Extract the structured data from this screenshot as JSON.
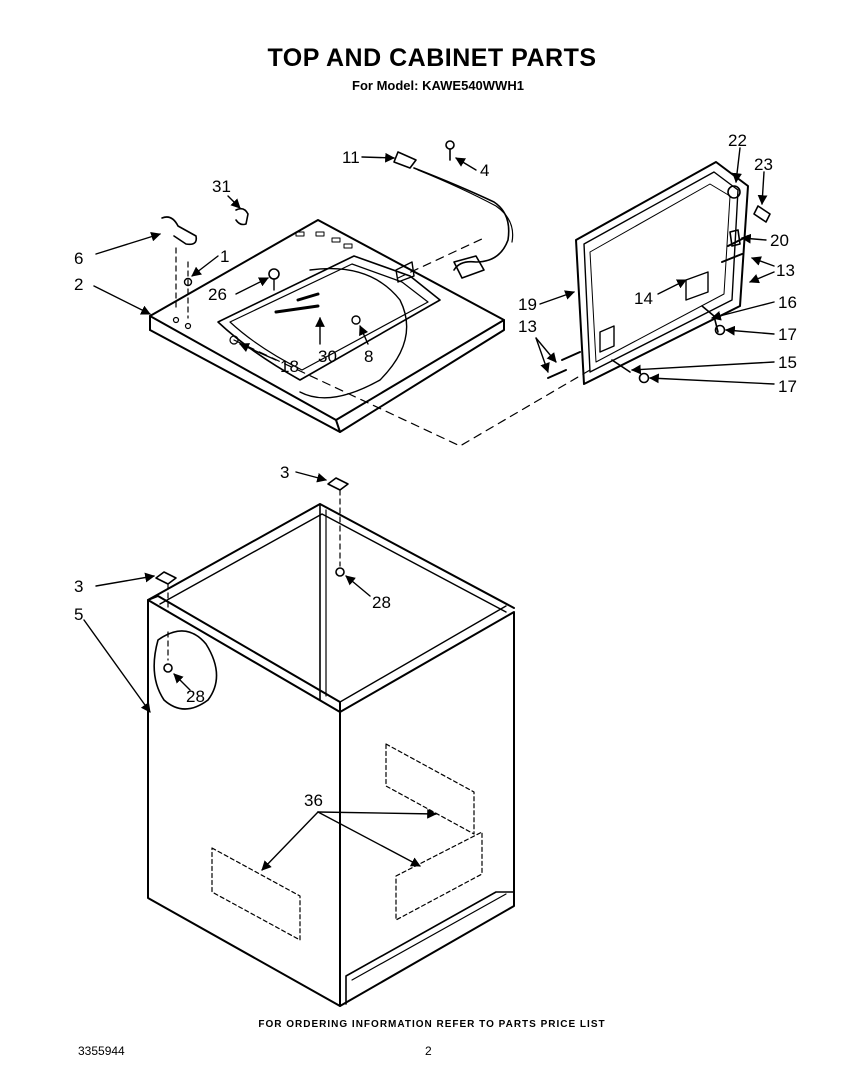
{
  "header": {
    "title": "TOP AND CABINET PARTS",
    "subtitle": "For Model: KAWE540WWH1"
  },
  "footer": {
    "note": "FOR ORDERING INFORMATION REFER TO PARTS PRICE LIST",
    "doc_number": "3355944",
    "page_number": "2"
  },
  "callouts": [
    {
      "id": "c11",
      "label": "11"
    },
    {
      "id": "c4",
      "label": "4"
    },
    {
      "id": "c31",
      "label": "31"
    },
    {
      "id": "c6",
      "label": "6"
    },
    {
      "id": "c1",
      "label": "1"
    },
    {
      "id": "c2",
      "label": "2"
    },
    {
      "id": "c26",
      "label": "26"
    },
    {
      "id": "c30",
      "label": "30"
    },
    {
      "id": "c8",
      "label": "8"
    },
    {
      "id": "c18",
      "label": "18"
    },
    {
      "id": "c22",
      "label": "22"
    },
    {
      "id": "c23",
      "label": "23"
    },
    {
      "id": "c20",
      "label": "20"
    },
    {
      "id": "c13a",
      "label": "13"
    },
    {
      "id": "c19",
      "label": "19"
    },
    {
      "id": "c14",
      "label": "14"
    },
    {
      "id": "c16",
      "label": "16"
    },
    {
      "id": "c17a",
      "label": "17"
    },
    {
      "id": "c13b",
      "label": "13"
    },
    {
      "id": "c15",
      "label": "15"
    },
    {
      "id": "c17b",
      "label": "17"
    },
    {
      "id": "c3a",
      "label": "3"
    },
    {
      "id": "c28a",
      "label": "28"
    },
    {
      "id": "c3b",
      "label": "3"
    },
    {
      "id": "c5",
      "label": "5"
    },
    {
      "id": "c28b",
      "label": "28"
    },
    {
      "id": "c36",
      "label": "36"
    }
  ]
}
